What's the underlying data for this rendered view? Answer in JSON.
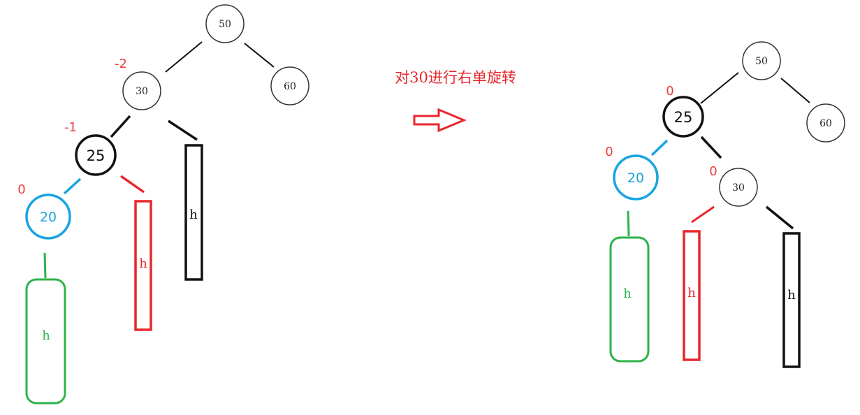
{
  "caption": "对30进行右单旋转",
  "colors": {
    "black": "#111111",
    "gray": "#333333",
    "red": "#e8262d",
    "blue": "#1aa3e0",
    "green": "#2cb34a",
    "balance": "#ef3b3b"
  },
  "before": {
    "n50": "50",
    "n60": "60",
    "n30": "30",
    "n25": "25",
    "n20": "20",
    "bf30": "-2",
    "bf25": "-1",
    "bf20": "0",
    "h_black": "h",
    "h_red": "h",
    "h_green": "h"
  },
  "after": {
    "n50": "50",
    "n60": "60",
    "n25": "25",
    "n20": "20",
    "n30": "30",
    "bf25": "0",
    "bf20": "0",
    "bf30": "0",
    "h_green": "h",
    "h_red": "h",
    "h_black": "h"
  }
}
